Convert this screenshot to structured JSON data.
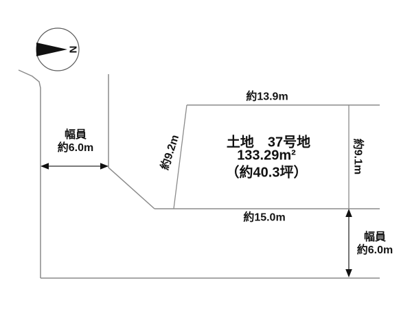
{
  "diagram_title": "land-plot-layout",
  "compass": {
    "label": "N"
  },
  "parcel": {
    "name": "土地　37号地",
    "area_m2": "133.29m²",
    "area_tsubo": "（約40.3坪）"
  },
  "dimensions": {
    "top": "約13.9m",
    "right": "約9.1m",
    "left_slant": "約9.2m",
    "bottom": "約15.0m"
  },
  "roads": {
    "left": {
      "line1": "幅員",
      "line2": "約6.0m"
    },
    "bottom": {
      "line1": "幅員",
      "line2": "約6.0m"
    }
  },
  "colors": {
    "line": "#8a8a8a",
    "arrow_line": "#2b2b2b",
    "arrow_head": "#111111",
    "text": "#141414",
    "background": "#ffffff"
  }
}
